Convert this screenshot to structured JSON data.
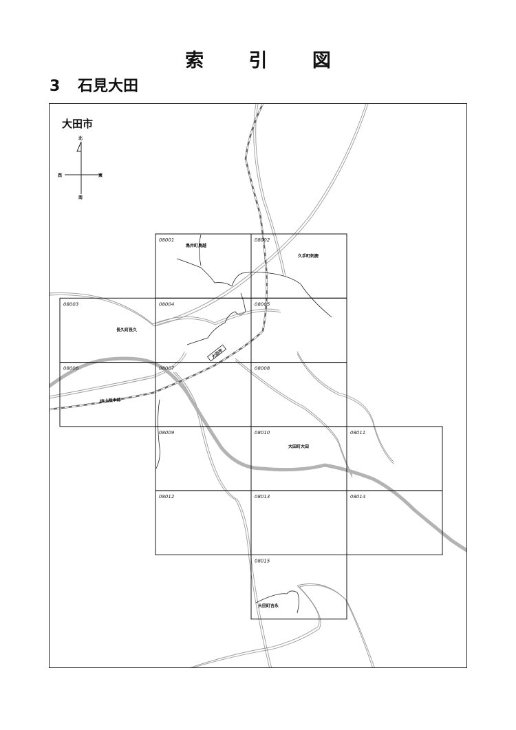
{
  "title_chars": [
    "索",
    "引",
    "図"
  ],
  "subtitle": {
    "number": "3",
    "name": "石見大田"
  },
  "map": {
    "city_name": "大田市",
    "compass": {
      "north": "北",
      "south": "南",
      "east": "東",
      "west": "西"
    },
    "sheets": [
      {
        "id": "08001",
        "place": "鳥井町鳥越"
      },
      {
        "id": "08002",
        "place": "久手町刺鹿"
      },
      {
        "id": "08003",
        "place": "長久町長久"
      },
      {
        "id": "08004",
        "place": ""
      },
      {
        "id": "08005",
        "place": ""
      },
      {
        "id": "08006",
        "place": ""
      },
      {
        "id": "08007",
        "place": ""
      },
      {
        "id": "08008",
        "place": ""
      },
      {
        "id": "08009",
        "place": ""
      },
      {
        "id": "08010",
        "place": "大田町大田"
      },
      {
        "id": "08011",
        "place": ""
      },
      {
        "id": "08012",
        "place": ""
      },
      {
        "id": "08013",
        "place": ""
      },
      {
        "id": "08014",
        "place": ""
      },
      {
        "id": "08015",
        "place": "大田町吉永"
      }
    ],
    "station_label": "大田市",
    "railway_label": "JR山陰本線",
    "colors": {
      "river": "#b3b3b3",
      "road": "#9a9a9a",
      "grid": "#111111"
    }
  }
}
